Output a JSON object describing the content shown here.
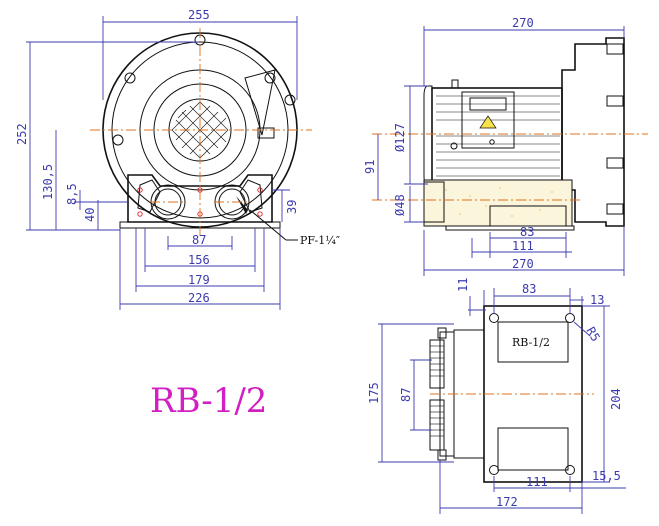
{
  "model": "RB-1/2",
  "front_view": {
    "dims": {
      "width_top": "255",
      "height_total": "252",
      "center_height": "130,5",
      "offset_a": "8,5",
      "base_h": "40",
      "port_h": "39",
      "port_spacing": "87",
      "inner_feet": "156",
      "feet_holes": "179",
      "base_width": "226"
    },
    "port_note": "PF-1¼″"
  },
  "side_view": {
    "dims": {
      "length_top": "270",
      "length_bottom": "270",
      "motor_dia": "Ø127",
      "outlet_dia": "Ø48",
      "center_h": "91",
      "feet_83": "83",
      "feet_111": "111"
    }
  },
  "plan_view": {
    "plate_label": "RB-1/2",
    "dims": {
      "top_11": "11",
      "top_83": "83",
      "top_13": "13",
      "radius": "R5",
      "left_175": "175",
      "left_87": "87",
      "right_204": "204",
      "bottom_111": "111",
      "bottom_15_5": "15,5",
      "bottom_172": "172"
    }
  },
  "colors": {
    "dimension": "#3b3bb0",
    "center_line": "#e0701a",
    "model_text": "#d21fc4",
    "outline": "#111111"
  }
}
